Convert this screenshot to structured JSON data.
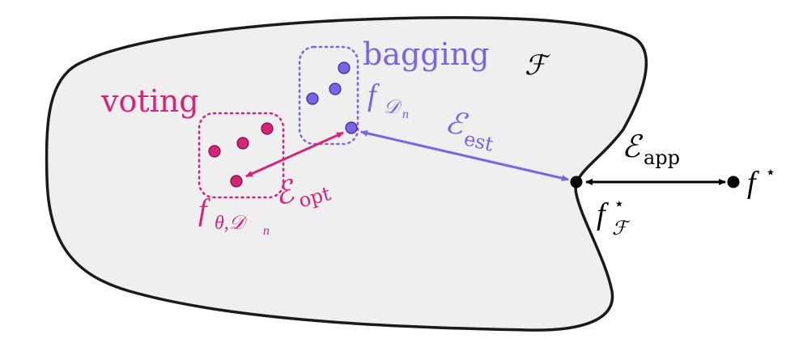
{
  "colors": {
    "region_fill": "#efefef",
    "region_stroke": "#1a1a1a",
    "voting": "#d6247a",
    "bagging": "#7b63e6",
    "black": "#000000"
  },
  "labels": {
    "function_class": "ℱ",
    "bagging": "bagging",
    "voting": "voting",
    "f_Dn_base": "f",
    "f_Dn_sub": "𝒟",
    "f_Dn_subsub": "n",
    "f_theta_base": "f",
    "f_theta_sub": "θ,𝒟",
    "f_theta_subsub": "n",
    "eps_est_base": "ℰ",
    "eps_est_sub": "est",
    "eps_opt_base": "ℰ",
    "eps_opt_sub": "opt",
    "eps_app_base": "ℰ",
    "eps_app_sub": "app",
    "f_star_base": "f",
    "f_star_sup": "⋆",
    "f_F_star_base": "f",
    "f_F_star_sup": "⋆",
    "f_F_star_sub": "ℱ"
  }
}
